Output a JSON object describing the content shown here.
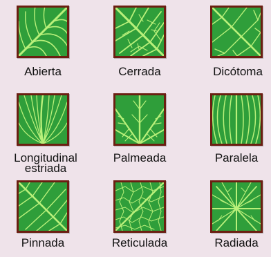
{
  "diagram": {
    "items": [
      {
        "label": "Abierta",
        "pattern": "abierta"
      },
      {
        "label": "Cerrada",
        "pattern": "cerrada"
      },
      {
        "label": "Dicótoma",
        "pattern": "dicotoma"
      },
      {
        "label": "Longitudinal",
        "label_line2": "estriada",
        "pattern": "estriada"
      },
      {
        "label": "Palmeada",
        "pattern": "palmeada"
      },
      {
        "label": "Paralela",
        "pattern": "paralela"
      },
      {
        "label": "Pinnada",
        "pattern": "pinnada"
      },
      {
        "label": "Reticulada",
        "pattern": "reticulada"
      },
      {
        "label": "Radiada",
        "pattern": "radiada"
      }
    ],
    "colors": {
      "background": "#efe3ea",
      "leaf": "#2f9e3a",
      "vein": "#b9f07a",
      "border": "#6b1f12"
    }
  }
}
